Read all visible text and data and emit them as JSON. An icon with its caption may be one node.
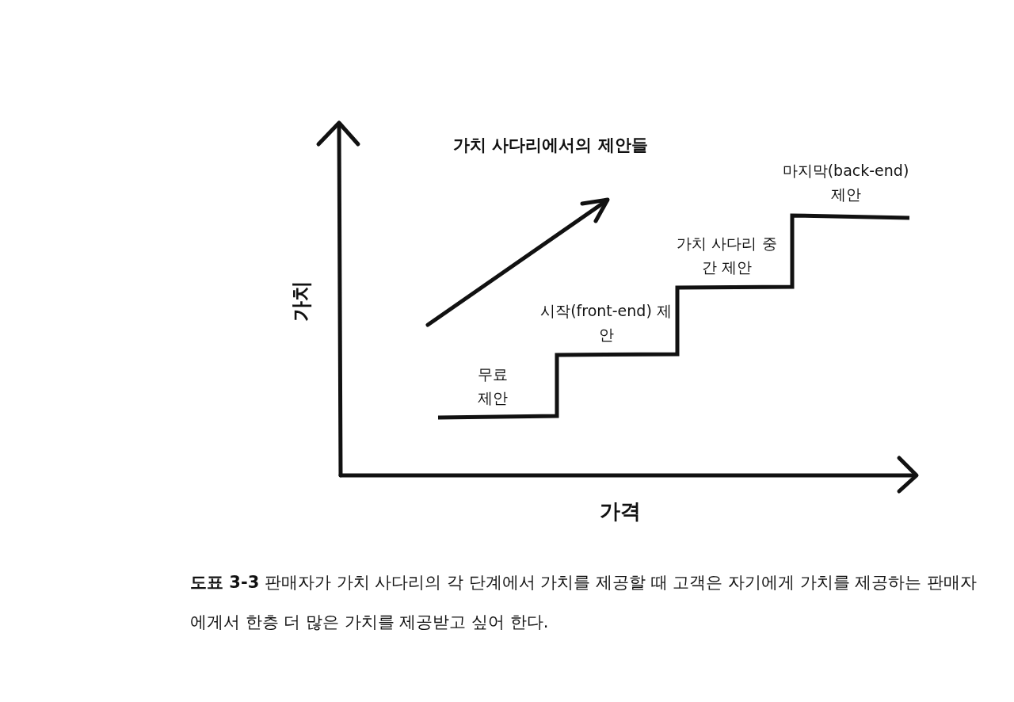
{
  "diagram": {
    "title": "가치 사다리에서의 제안들",
    "caption": "**도표 3-3** 판매자가 가치 사다리의 각 단계에서 가치를 제공할 때 고객은 자기에게 가치를 제공하는 판매자에게서 한층 더 많은 가치를 제공받고 싶어 한다.",
    "labels": [
      "가치",
      "무료 제안",
      "시작(front-end) 제안",
      "가치 사다리 중간 제안",
      "마지막(back-end) 제안",
      "가격"
    ]
  }
}
